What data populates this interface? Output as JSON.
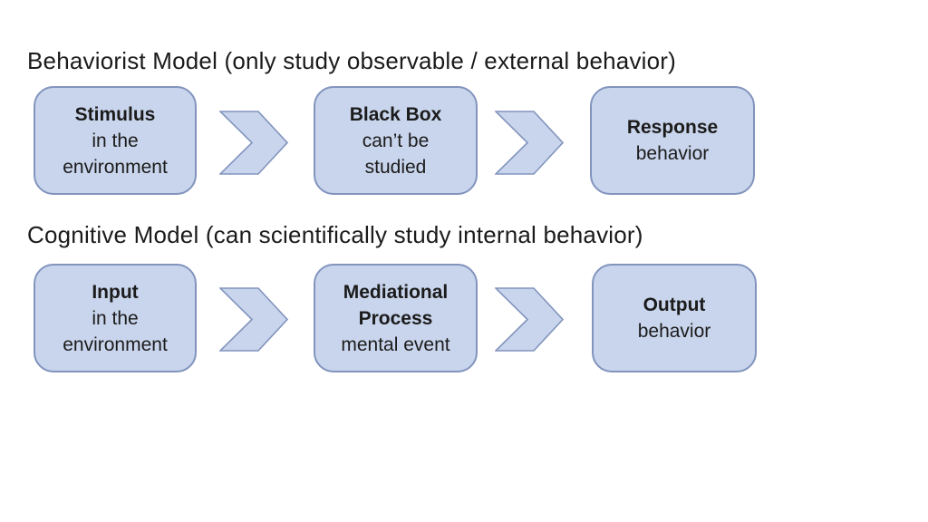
{
  "colors": {
    "page_bg": "#ffffff",
    "box_fill": "#c9d5ec",
    "box_border": "#8294bd",
    "text": "#1b1b1b"
  },
  "icons": {
    "chevron_arrow": "chevron-right-arrow"
  },
  "models": [
    {
      "title": "Behaviorist Model (only study observable / external behavior)",
      "steps": [
        {
          "heading": "Stimulus",
          "lines": [
            "in the",
            "environment"
          ]
        },
        {
          "heading": "Black Box",
          "lines": [
            "can’t be",
            "studied"
          ]
        },
        {
          "heading": "Response",
          "lines": [
            "behavior"
          ]
        }
      ]
    },
    {
      "title": "Cognitive Model (can scientifically study internal behavior)",
      "steps": [
        {
          "heading": "Input",
          "lines": [
            "in the",
            "environment"
          ]
        },
        {
          "heading": "Mediational Process",
          "lines": [
            "mental event"
          ]
        },
        {
          "heading": "Output",
          "lines": [
            "behavior"
          ]
        }
      ]
    }
  ]
}
